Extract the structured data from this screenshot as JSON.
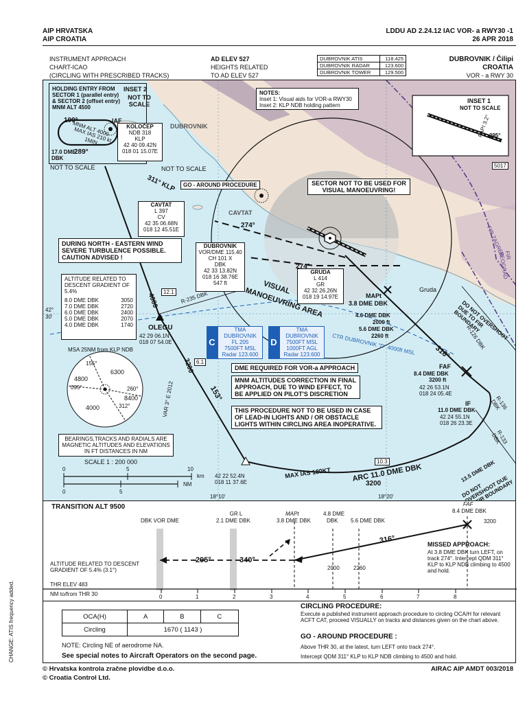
{
  "header": {
    "left1": "AIP HRVATSKA",
    "left2": "AIP CROATIA",
    "right1": "LDDU AD 2.24.12 IAC VOR- a RWY30  -1",
    "right2": "26 APR 2018"
  },
  "chart_title": {
    "l1": "INSTRUMENT APPROACH",
    "l2": "CHART-ICAO",
    "l3": "(CIRCLING WITH PRESCRIBED TRACKS)",
    "elev1": "AD ELEV 527",
    "elev2": "HEIGHTS RELATED",
    "elev3": "TO AD ELEV 527",
    "loc1": "DUBROVNIK / Čilipi",
    "loc2": "CROATIA",
    "loc3": "VOR - a RWY 30"
  },
  "freqs": [
    {
      "name": "DUBROVNIK ATIS",
      "value": "118.425"
    },
    {
      "name": "DUBROVNIK RADAR",
      "value": "123.600"
    },
    {
      "name": "DUBROVNIK TOWER",
      "value": "129.500"
    }
  ],
  "holding": {
    "title": "HOLDING ENTRY FROM SECTOR 1 (parallel entry) & SECTOR 2 (offset entry) MNM ALT 4500",
    "inset2": "INSET 2",
    "not_to_scale": "NOT TO SCALE",
    "iaf": "IAF",
    "inbound": "109°",
    "outbound": "289°",
    "mnm": "MNM ALT 4000",
    "maxias": "MAX IAS 210 kt",
    "min": "1MIN",
    "dme17": "17.0 DME DBK",
    "kolocep_name": "KOLOČEP",
    "kolocep_ndb": "NDB 318",
    "kolocep_id": "KLP",
    "kolocep_lat": "42 40 09.42N",
    "kolocep_lon": "018 01 15.07E"
  },
  "notes": {
    "title": "NOTES:",
    "n1": "Inset 1: Visual aids for VOR-a RWY30",
    "n2": "Inset 2: KLP NDB holding pattern"
  },
  "inset1": {
    "title": "INSET 1",
    "subtitle": "NOT TO SCALE",
    "papi": "PAPI 3.2°",
    "trk": "295°"
  },
  "map_labels": {
    "not_to_scale": "NOT TO SCALE",
    "trk311": "311° KLP",
    "goaround": "GO - AROUND PROCEDURE",
    "sector": "SECTOR NOT TO BE USED FOR VISUAL MANOEUVRING!",
    "trk274a": "274°",
    "trk274b": "274°",
    "cavtat_town": "CAVTAT",
    "dubrovnik_town": "DUBROVNIK",
    "gruda_town": "Gruda",
    "visual1": "VISUAL",
    "visual2": "MANOEUVRING AREA",
    "mapt": "MAPt",
    "mapt_dme": "3.8 DME DBK",
    "dme46": "4.6 DME DBK",
    "ft2000": "2000 ft",
    "dme56": "5.6 DME DBK",
    "ft2260": "2260 ft",
    "trk316": "316°",
    "faf": "FAF",
    "faf_dme": "8.4 DME DBK",
    "faf_ft": "3200 ft",
    "faf_lat": "42 26 53.1N",
    "faf_lon": "018 24 05.4E",
    "if": "IF",
    "if_dme": "11.0 DME DBK",
    "if_lat": "42 24 55.1N",
    "if_lon": "018 26 23.3E",
    "arc": "ARC 11.0 DME DBK",
    "arc_alt": "3200",
    "maxias": "MAX IAS 180KT",
    "arc_lat": "42 22 52.4N",
    "arc_lon": "018 11 37.6E",
    "r133": "R-133 DBK",
    "r126": "R-126 DBK",
    "r235": "R-235 DBK",
    "r136": "R-136 DBK",
    "overshoot": "DO NOT OVERSHOOT DUE TO FIR BOUNDARY",
    "dme135": "13.5 DME DBK",
    "overshoot2": "DO NOT OVERSHOOT DUE TO FIR BOUNDARY",
    "ctr": "CTR DUBROVNIK \"D\" 4000ft MSL",
    "trk153": "153°",
    "alt3200": "3200",
    "alt4000": "4000",
    "var": "VAR 3° E 2012",
    "fir": "FIR ZAGREB",
    "fir_beograd": "FIR BEOGRAD",
    "dist121": "12.1",
    "dist61": "6.1",
    "dist103": "10.3",
    "alt5017": "5017",
    "lat42": "42°",
    "lat30": "30'",
    "lon1810": "18°10'",
    "lon1820": "18°20'"
  },
  "cavtat": {
    "name": "CAVTAT",
    "freq": "L 397",
    "id": "CV",
    "lat": "42 35 06.68N",
    "lon": "018 12 45.51E"
  },
  "dubrovnik_vor": {
    "name": "DUBROVNIK",
    "freq": "VOR/DME 115.40",
    "ch": "CH 101 X",
    "id": "DBK",
    "lat": "42 33 13.82N",
    "lon": "018 16 38.76E",
    "elev": "547 ft"
  },
  "gruda": {
    "name": "GRUDA",
    "freq": "L 414",
    "id": "GR",
    "lat": "42 32 26.26N",
    "lon": "018 19 14.97E"
  },
  "olegu": {
    "name": "OLEGU",
    "lat": "42 29 06.1N",
    "lon": "018 07 54.0E"
  },
  "wind_warning": "DURING NORTH - EASTERN WIND SEVERE TURBULENCE POSSIBLE. CAUTION ADVISED !",
  "gradient_table": {
    "title": "ALTITUDE RELATED TO DESCENT GRADIENT OF 5.4%",
    "rows": [
      {
        "dme": "8.0 DME DBK",
        "alt": "3050"
      },
      {
        "dme": "7.0 DME DBK",
        "alt": "2720"
      },
      {
        "dme": "6.0 DME DBK",
        "alt": "2400"
      },
      {
        "dme": "5.0 DME DBK",
        "alt": "2070"
      },
      {
        "dme": "4.0 DME DBK",
        "alt": "1740"
      }
    ]
  },
  "tma": {
    "c_letter": "C",
    "c_name": "TMA DUBROVNIK",
    "c_fl": "FL 205",
    "c_alt": "7500FT MSL",
    "c_radar": "Radar 123.600",
    "d_letter": "D",
    "d_name": "TMA DUBROVNIK",
    "d_fl": "7500FT MSL",
    "d_alt": "1000FT AGL",
    "d_radar": "Radar 123.600"
  },
  "msa": {
    "title": "MSA 25NM from KLP NDB",
    "s1": "6300",
    "s2": "4800",
    "s3": "8400",
    "s4": "4000",
    "b155": "155°",
    "b095": "095°",
    "b260": "260°",
    "b312": "312°"
  },
  "notices": {
    "dme_required": "DME REQUIRED FOR VOR-a APPROACH",
    "mnm": "MNM ALTITUDES CORRECTION IN FINAL APPROACH, DUE TO WIND EFFECT, TO BE APPLIED ON PILOT'S DISCRETION",
    "lights": "THIS PROCEDURE NOT TO BE USED IN CASE OF LEAD-IN LIGHTS AND / OR OBSTACLE LIGHTS WITHIN CIRCLING AREA INOPERATIVE.",
    "bearings": "BEARINGS,TRACKS AND RADIALS ARE MAGNETIC ALTITUDES AND ELEVATIONS IN FT DISTANCES IN NM"
  },
  "scale": {
    "label": "SCALE  1 : 200 000",
    "km": "km",
    "nm": "NM",
    "k0": "0",
    "k5": "5",
    "k10": "10",
    "n0": "0",
    "n5": "5"
  },
  "profile": {
    "transition": "TRANSITION ALT 9500",
    "dbk_vor": "DBK VOR DME",
    "grl": "GR L",
    "grl_dme": "2.1 DME DBK",
    "mapt": "MAPt",
    "mapt_dme": "3.8 DME DBK",
    "dme48": "4.8 DME",
    "dme48b": "DBK",
    "dme56": "5.6 DME DBK",
    "faf": "FAF",
    "faf_dme": "8.4 DME DBK",
    "faf_alt": "3200",
    "trk316": "316°",
    "trk295": "295°",
    "trk340": "340°",
    "alt2000": "2000",
    "alt2260": "2260",
    "gradient": "ALTITUDE RELATED TO DESCENT GRADIENT OF 5.4% (3.1°)",
    "thr": "THR ELEV 483",
    "nm_label": "NM to/from THR 30",
    "ticks": [
      "0",
      "1",
      "2",
      "3",
      "4",
      "5",
      "6",
      "7",
      "8"
    ],
    "missed_title": "MISSED APPROACH:",
    "missed_text": "At 3.8 DME DBK turn LEFT, on track 274°. Intercept QDM 311° KLP to KLP NDB climbing to 4500 and hold."
  },
  "oca": {
    "head": "OCA(H)",
    "a": "A",
    "b": "B",
    "c": "C",
    "circling": "Circling",
    "value": "1670 ( 1143 )",
    "note": "NOTE: Circling NE of aerodrome NA.",
    "special": "See special notes to Aircraft Operators on the second page."
  },
  "circling_proc": {
    "title": "CIRCLING PROCEDURE:",
    "text": "Execute a published instrument approach procedure to circling OCA/H for relevant ACFT CAT, proceed VISUALLY on tracks and distances given on the chart above.",
    "ga_title": "GO - AROUND PROCEDURE :",
    "ga_text1": "Above THR 30, at the latest, turn LEFT onto track 274°.",
    "ga_text2": "Intercept QDM 311° KLP to KLP NDB climbing to 4500 and hold."
  },
  "change": "CHANGE: ATIS frequency added.",
  "footer": {
    "c1": "© Hrvatska kontrola zračne plovidbe d.o.o.",
    "c2": "© Croatia Control Ltd.",
    "amdt": "AIRAC AIP AMDT 003/2018"
  },
  "colors": {
    "sea": "#d3ecf4",
    "land": "#f1e4d6",
    "mountain": "#b8a3b8",
    "frame": "#111111",
    "tma": "#1d5fb4"
  }
}
